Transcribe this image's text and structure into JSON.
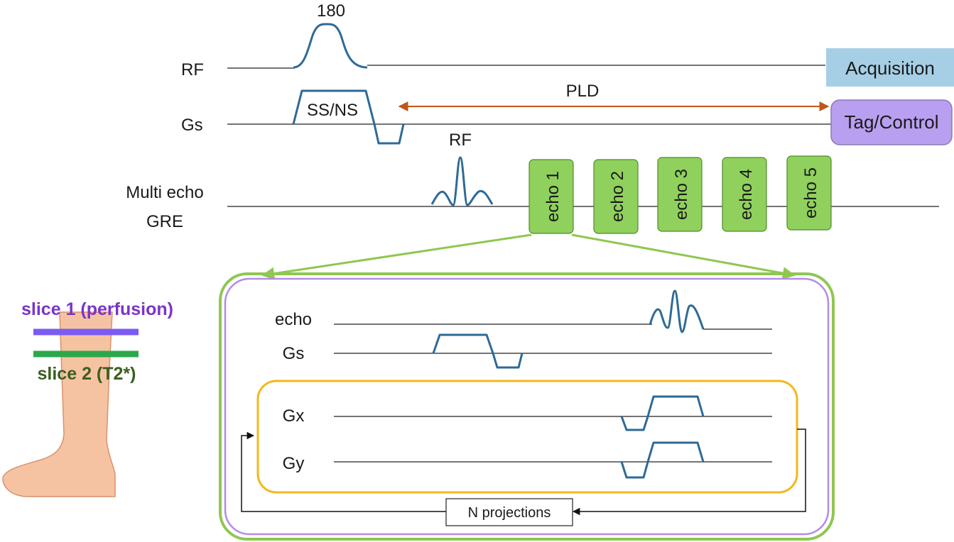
{
  "colors": {
    "waveform": "#2e6a96",
    "pld_arrow": "#c0571b",
    "acquisition_fill": "#a6cfe6",
    "tag_control_fill": "#b99ff0",
    "echo_fill": "#8fd15c",
    "echo_border": "#4f8a2c",
    "outer_box": "#8fc74f",
    "inner_purple": "#b48be6",
    "projection_loop": "#f2b81c",
    "slice1": "#7a5cf2",
    "slice2": "#2ca84a",
    "slice1_text": "#7a34c9",
    "slice2_text": "#3b5e1f",
    "leg_fill": "#f6c3a2",
    "leg_outline": "#d9926a"
  },
  "top": {
    "pulse_label": "180",
    "row_labels": {
      "rf": "RF",
      "gs": "Gs",
      "gre_line1": "Multi echo",
      "gre_line2": "GRE"
    },
    "gradient_label": "SS/NS",
    "pld_label": "PLD",
    "excitation_label": "RF",
    "acquisition_label": "Acquisition",
    "tag_control_label": "Tag/Control",
    "echoes": [
      "echo 1",
      "echo 2",
      "echo 3",
      "echo 4",
      "echo 5"
    ]
  },
  "detail": {
    "row_labels": {
      "echo": "echo",
      "gs": "Gs",
      "gx": "Gx",
      "gy": "Gy"
    },
    "loop_label": "N projections"
  },
  "slices": {
    "slice1_label": "slice 1 (perfusion)",
    "slice2_label": "slice 2 (T2*)"
  },
  "icons": [
    "leg-icon",
    "loop-arrow-icon"
  ]
}
